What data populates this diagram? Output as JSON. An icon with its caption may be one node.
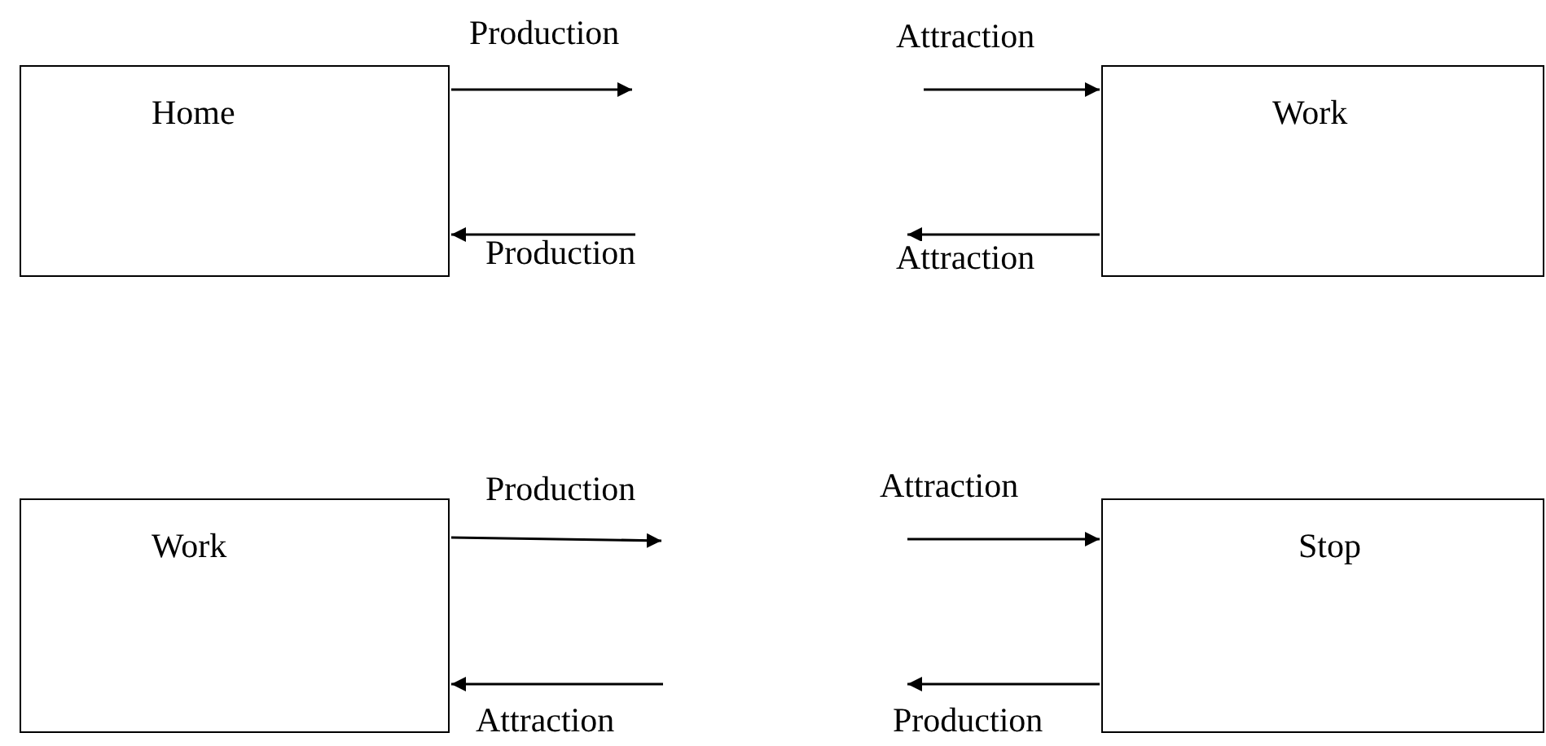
{
  "diagram": {
    "nodes": [
      {
        "text": [
          "Home"
        ]
      },
      {
        "text": [
          "Work"
        ]
      },
      {
        "text": [
          "Work"
        ]
      },
      {
        "text": [
          "Stop"
        ]
      }
    ],
    "edges": [
      {
        "from": 0,
        "to": null,
        "arrow": "to",
        "label": "Production"
      },
      {
        "from": null,
        "to": 0,
        "arrow": "to",
        "label": "Production"
      },
      {
        "from": null,
        "to": 1,
        "arrow": "to",
        "label": "Attraction"
      },
      {
        "from": 1,
        "to": null,
        "arrow": "to",
        "label": "Attraction"
      },
      {
        "from": 2,
        "to": null,
        "arrow": "to",
        "label": "Production"
      },
      {
        "from": null,
        "to": 2,
        "arrow": "to",
        "label": "Attraction"
      },
      {
        "from": null,
        "to": 3,
        "arrow": "to",
        "label": "Attraction"
      },
      {
        "from": 3,
        "to": null,
        "arrow": "to",
        "label": "Production"
      }
    ]
  }
}
